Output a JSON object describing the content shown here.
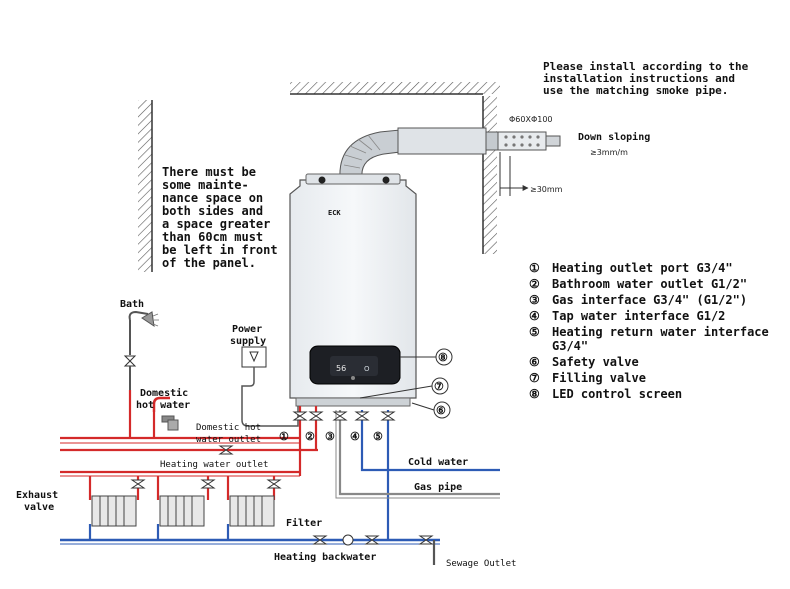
{
  "install_note": [
    "Please install according to the",
    "installation instructions and",
    "use the matching smoke pipe."
  ],
  "maintenance_note": [
    "There must be",
    "some mainte-",
    "nance space on",
    "both sides and",
    "a space greater",
    "than 60cm must",
    "be left in front",
    "of the panel."
  ],
  "flue": {
    "diameter": "Φ60XΦ100",
    "slope_label": "Down sloping",
    "slope_value": "≥3mm/m",
    "clearance": "≥30mm"
  },
  "boiler": {
    "brand": "ECK",
    "display_value": "56",
    "display_mode": "O"
  },
  "legend": [
    {
      "num": "①",
      "text": "Heating outlet port G3/4\""
    },
    {
      "num": "②",
      "text": "Bathroom water outlet G1/2\""
    },
    {
      "num": "③",
      "text": "Gas interface G3/4\" (G1/2\")"
    },
    {
      "num": "④",
      "text": "Tap water interface G1/2"
    },
    {
      "num": "⑤",
      "text": "Heating return water interface"
    },
    {
      "num": "",
      "text": "G3/4\""
    },
    {
      "num": "⑥",
      "text": "Safety valve"
    },
    {
      "num": "⑦",
      "text": "Filling valve"
    },
    {
      "num": "⑧",
      "text": "LED control screen"
    }
  ],
  "labels": {
    "bath": "Bath",
    "power_supply": [
      "Power",
      "supply"
    ],
    "domestic_hot_water": [
      "Domestic",
      "hot water"
    ],
    "domestic_hot_water_outlet": [
      "Domestic hot",
      "water outlet"
    ],
    "heating_water_outlet": "Heating water outlet",
    "exhaust_valve": [
      "Exhaust",
      "valve"
    ],
    "cold_water": "Cold water",
    "gas_pipe": "Gas pipe",
    "filter": "Filter",
    "heating_backwater": "Heating backwater",
    "sewage_outlet": "Sewage Outlet"
  },
  "port_numbers": [
    "①",
    "②",
    "③",
    "④",
    "⑤"
  ],
  "callouts": [
    "⑥",
    "⑦",
    "⑧"
  ],
  "colors": {
    "hot_pipe": "#d42a2a",
    "cold_pipe": "#2d5bb5",
    "gas_pipe": "#777777",
    "boiler_body": "#eef1f4",
    "wall_hatch": "#555555"
  }
}
